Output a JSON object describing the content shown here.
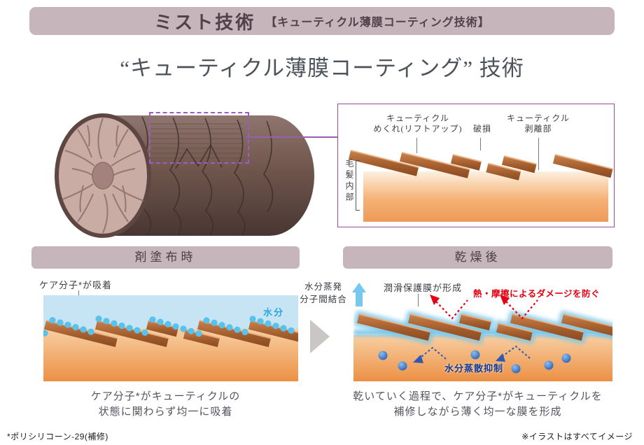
{
  "banner": {
    "title": "ミスト技術",
    "subtitle": "【キューティクル薄膜コーティング技術】"
  },
  "main_title": "“キューティクル薄膜コーティング” 技術",
  "diagram": {
    "cuticle_lift_line1": "キューティクル",
    "cuticle_lift_line2": "めくれ(リフトアップ)",
    "damage": "破損",
    "peel_line1": "キューティクル",
    "peel_line2": "剥離部",
    "hair_interior": "毛髪内部"
  },
  "left_panel": {
    "header": "剤塗布時",
    "adsorb_label": "ケア分子*が吸着",
    "water_label": "水分",
    "caption_line1": "ケア分子*がキューティクルの",
    "caption_line2": "状態に関わらず均一に吸着"
  },
  "middle": {
    "line1": "水分蒸発",
    "line2": "分子間結合"
  },
  "right_panel": {
    "header": "乾燥後",
    "film_label": "潤滑保護膜が形成",
    "heat_label": "熱・摩擦によるダメージを防ぐ",
    "moisture_label": "水分蒸散抑制",
    "caption_line1": "乾いていく過程で、ケア分子*がキューティクルを",
    "caption_line2": "補修しながら薄く均一な膜を形成"
  },
  "footer": {
    "left": "*ポリシリコーン-29(補修)",
    "right": "※イラストはすべてイメージ"
  },
  "colors": {
    "banner_bg": "#c6b6bc",
    "box_border_purple": "#9b4a96",
    "zoom_dashed_purple": "#a05cc6",
    "alert_red": "#e60012",
    "water_blue": "#c7e4f4",
    "molecule_blue": "#57c2ec",
    "moisture_navy": "#2f58b0",
    "hair_interior_orange": "#ee9a5a",
    "evaporation_arrow_blue": "#76c8ee"
  }
}
